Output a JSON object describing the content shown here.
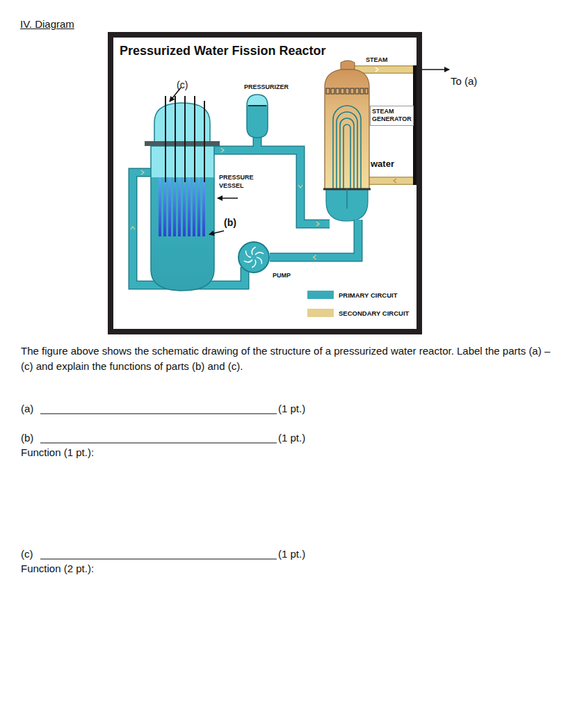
{
  "diagram": {
    "title": "IV. Diagram",
    "nodes": [
      {
        "text": [
          "Pressurized Water Fission Reactor"
        ]
      },
      {
        "text": [
          "PRESSURIZER"
        ],
        "in": 0
      },
      {
        "text": [
          "STEAM GENERATOR"
        ],
        "in": 0
      },
      {
        "text": [
          "PUMP"
        ],
        "in": 0
      }
    ],
    "edges": [
      {
        "from": 2,
        "to": 3,
        "arrow": "none"
      }
    ],
    "labels": [
      "(c)",
      "STEAM",
      "water",
      "PRESSURE VESSEL",
      "(b)",
      "To (a)",
      "The figure above shows the schematic drawing of the structure of a pressurized water reactor. Label the parts (a) – (c) and explain the functions of parts (b) and (c).",
      "(a)",
      "(1 pt.)",
      "(b)",
      "(1 pt.)",
      "Function (1 pt.):",
      "(c)",
      "(1 pt.)",
      "Function (2 pt.):"
    ],
    "legend": [
      {
        "text": "PRIMARY CIRCUIT",
        "color": "#3aaab8"
      },
      {
        "text": "SECONDARY CIRCUIT",
        "color": "#e6cf8c"
      }
    ]
  }
}
